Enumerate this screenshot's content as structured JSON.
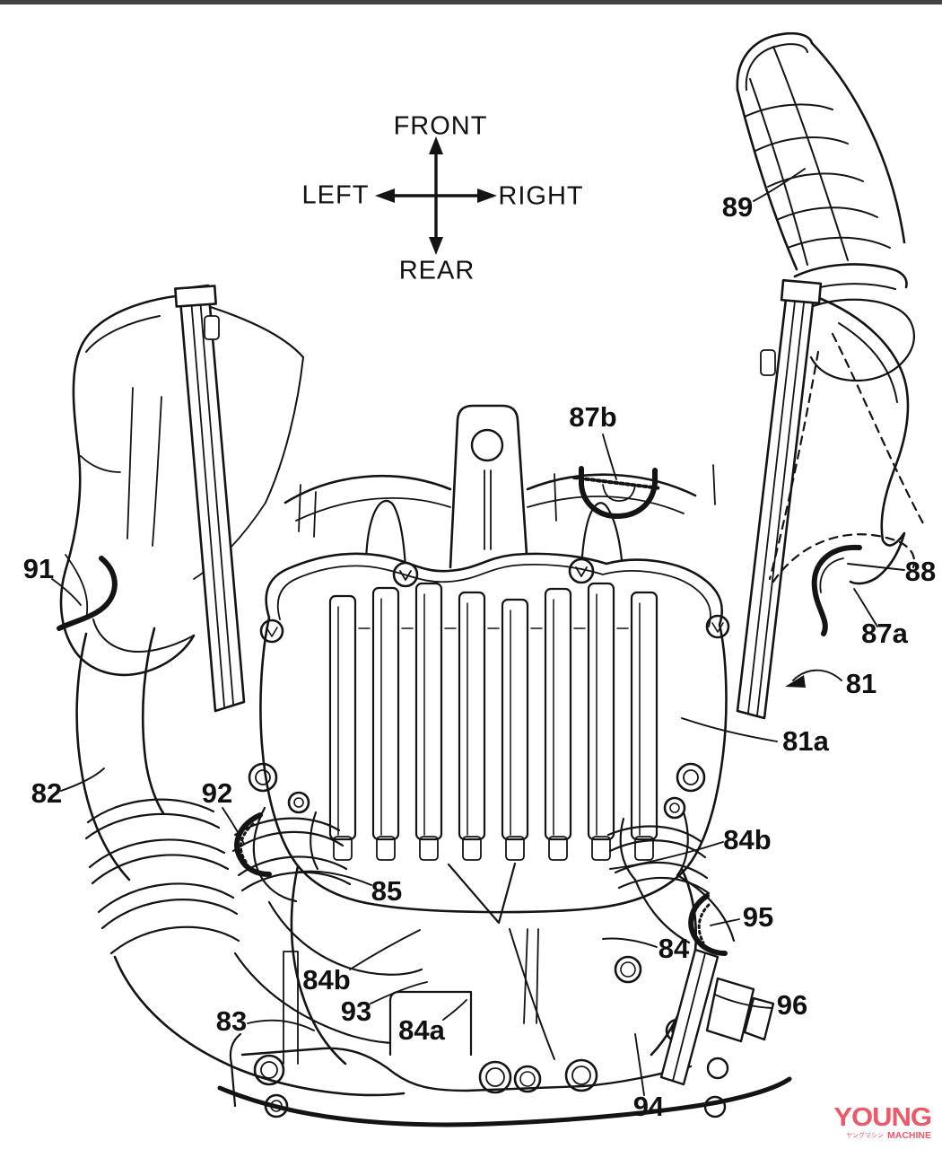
{
  "page": {
    "background": "#ffffff",
    "top_bar_color": "#424242",
    "line_color": "#141414"
  },
  "compass": {
    "front": "FRONT",
    "left": "LEFT",
    "right": "RIGHT",
    "rear": "REAR"
  },
  "part_labels": [
    {
      "text": "89"
    },
    {
      "text": "87b"
    },
    {
      "text": "88"
    },
    {
      "text": "87a"
    },
    {
      "text": "81"
    },
    {
      "text": "81a"
    },
    {
      "text": "91"
    },
    {
      "text": "82"
    },
    {
      "text": "92"
    },
    {
      "text": "85"
    },
    {
      "text": "84b"
    },
    {
      "text": "93"
    },
    {
      "text": "84a"
    },
    {
      "text": "83"
    },
    {
      "text": "94"
    },
    {
      "text": "84b"
    },
    {
      "text": "95"
    },
    {
      "text": "84"
    },
    {
      "text": "96"
    }
  ],
  "watermark": {
    "title": "YOUNG",
    "subtitle_kana": "ヤングマシン",
    "subtitle": "MACHINE",
    "color": "#ea5a68"
  }
}
